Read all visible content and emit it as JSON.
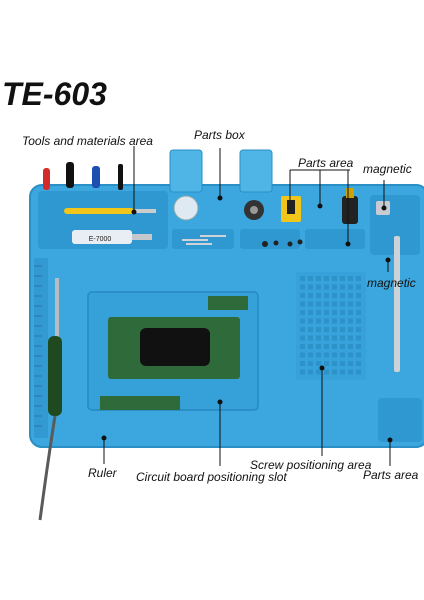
{
  "title": "TE-603",
  "labels": {
    "tools": "Tools and materials area",
    "parts_box": "Parts box",
    "parts_area_top": "Parts area",
    "magnetic_top": "magnetic",
    "magnetic_side": "magnetic",
    "ruler": "Ruler",
    "circuit_slot": "Circuit board positioning slot",
    "screw_area": "Screw positioning area",
    "parts_area_bottom": "Parts area"
  },
  "glue_label": "E-7000",
  "colors": {
    "mat": "#3ba7de",
    "mat_dark": "#2a8fc4",
    "mat_light": "#5cbbe9",
    "board": "#2f6b3a"
  }
}
